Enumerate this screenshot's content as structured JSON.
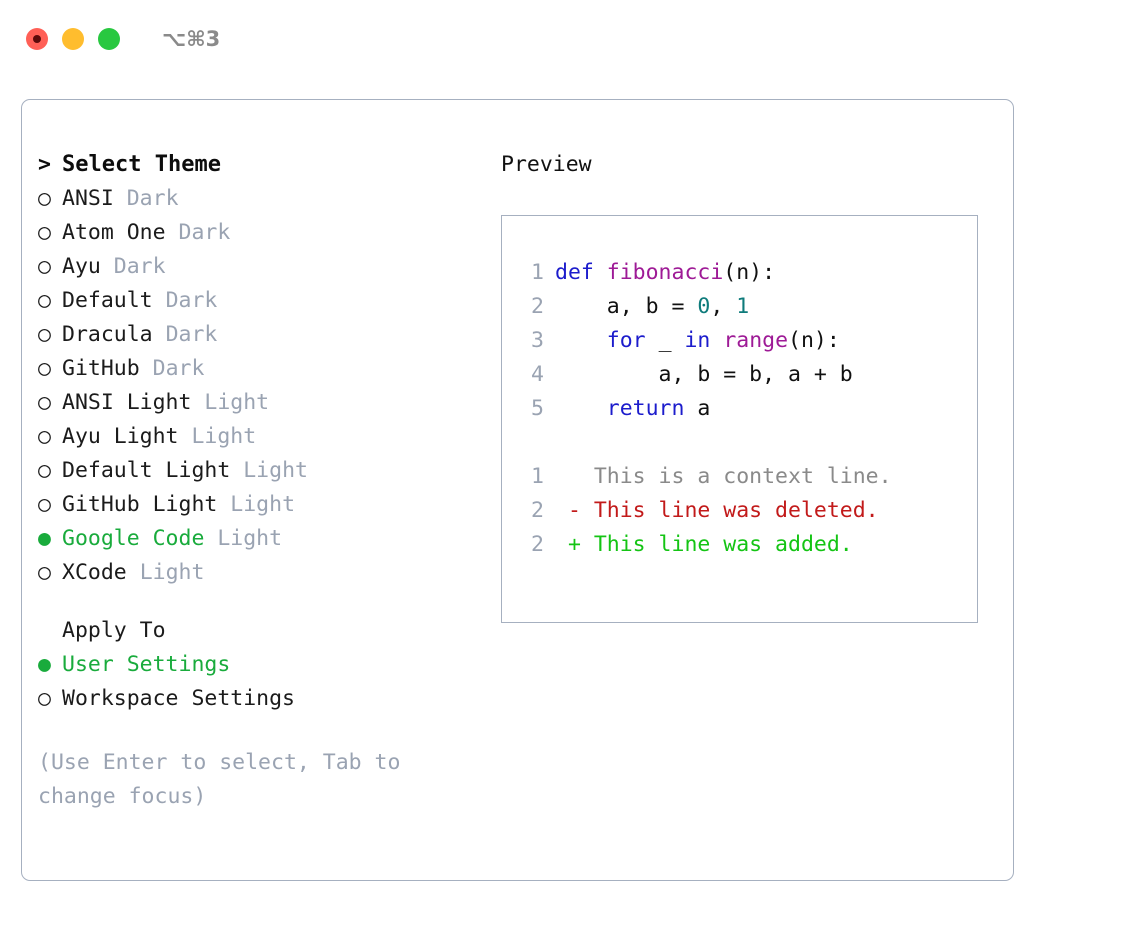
{
  "titlebar": {
    "shortcut": "⌥⌘3",
    "lights": [
      {
        "name": "close",
        "color": "#ff5f56"
      },
      {
        "name": "minimize",
        "color": "#ffbd2e"
      },
      {
        "name": "maximize",
        "color": "#28c840"
      }
    ]
  },
  "theme_picker": {
    "heading": "Select Theme",
    "heading_marker": ">",
    "marker_selected": "●",
    "marker_unselected": "○",
    "selected_theme": "Google Code",
    "items": [
      {
        "name": "ANSI",
        "variant": "Dark",
        "selected": false
      },
      {
        "name": "Atom One",
        "variant": "Dark",
        "selected": false
      },
      {
        "name": "Ayu",
        "variant": "Dark",
        "selected": false
      },
      {
        "name": "Default",
        "variant": "Dark",
        "selected": false
      },
      {
        "name": "Dracula",
        "variant": "Dark",
        "selected": false
      },
      {
        "name": "GitHub",
        "variant": "Dark",
        "selected": false
      },
      {
        "name": "ANSI Light",
        "variant": "Light",
        "selected": false
      },
      {
        "name": "Ayu Light",
        "variant": "Light",
        "selected": false
      },
      {
        "name": "Default Light",
        "variant": "Light",
        "selected": false
      },
      {
        "name": "GitHub Light",
        "variant": "Light",
        "selected": false
      },
      {
        "name": "Google Code",
        "variant": "Light",
        "selected": true
      },
      {
        "name": "XCode",
        "variant": "Light",
        "selected": false
      }
    ]
  },
  "apply_to": {
    "heading": "Apply To",
    "selected": "User Settings",
    "options": [
      {
        "label": "User Settings",
        "selected": true
      },
      {
        "label": "Workspace Settings",
        "selected": false
      }
    ]
  },
  "hint": "(Use Enter to select, Tab to\nchange focus)",
  "preview": {
    "title": "Preview",
    "code_lines": [
      {
        "lineno": "1",
        "tokens": [
          {
            "t": "def ",
            "c": "kw"
          },
          {
            "t": "fibonacci",
            "c": "fn"
          },
          {
            "t": "(n):",
            "c": "plain"
          }
        ]
      },
      {
        "lineno": "2",
        "tokens": [
          {
            "t": "    a, b = ",
            "c": "plain"
          },
          {
            "t": "0",
            "c": "num"
          },
          {
            "t": ", ",
            "c": "plain"
          },
          {
            "t": "1",
            "c": "num"
          }
        ]
      },
      {
        "lineno": "3",
        "tokens": [
          {
            "t": "    ",
            "c": "plain"
          },
          {
            "t": "for",
            "c": "kw"
          },
          {
            "t": " _ ",
            "c": "plain"
          },
          {
            "t": "in",
            "c": "kw"
          },
          {
            "t": " ",
            "c": "plain"
          },
          {
            "t": "range",
            "c": "fn"
          },
          {
            "t": "(n):",
            "c": "plain"
          }
        ]
      },
      {
        "lineno": "4",
        "tokens": [
          {
            "t": "        a, b = b, a + b",
            "c": "plain"
          }
        ]
      },
      {
        "lineno": "5",
        "tokens": [
          {
            "t": "    ",
            "c": "plain"
          },
          {
            "t": "return",
            "c": "kw"
          },
          {
            "t": " a",
            "c": "plain"
          }
        ]
      }
    ],
    "diff_lines": [
      {
        "lineno": "1",
        "sign": " ",
        "text": "This is a context line.",
        "kind": "ctx"
      },
      {
        "lineno": "2",
        "sign": "-",
        "text": "This line was deleted.",
        "kind": "del"
      },
      {
        "lineno": "2",
        "sign": "+",
        "text": "This line was added.",
        "kind": "add"
      }
    ]
  },
  "colors": {
    "accent_green": "#19ab3c",
    "muted": "#9aa3b2",
    "border": "#a6b0c0",
    "keyword": "#1c1ccc",
    "function": "#9e1a96",
    "number": "#0e7b7b",
    "diff_add": "#14c414",
    "diff_del": "#c21a1a",
    "diff_ctx": "#8a8a8a"
  }
}
